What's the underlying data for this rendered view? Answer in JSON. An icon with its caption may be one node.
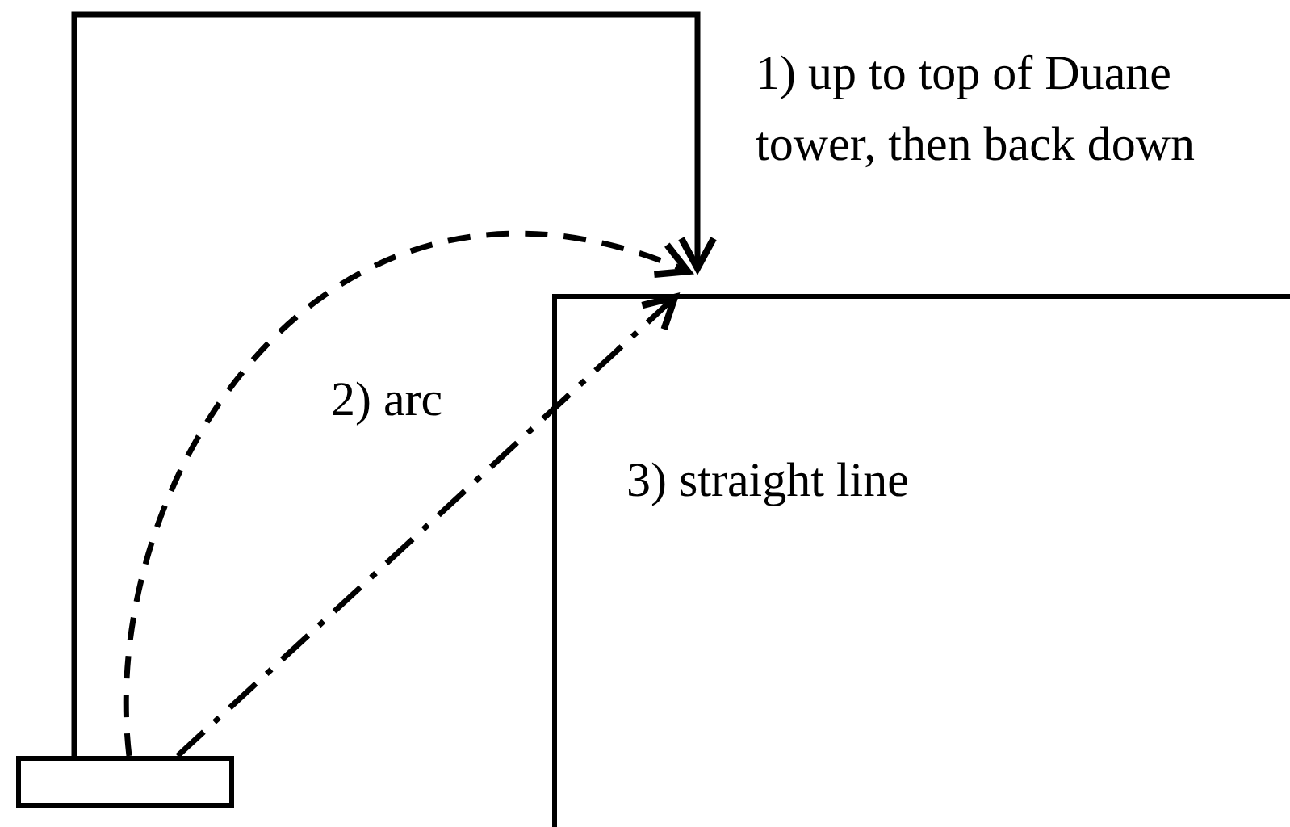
{
  "diagram": {
    "nodes": [
      {
        "text": [],
        "shape": "box"
      },
      {
        "text": [],
        "shape": "box"
      }
    ],
    "edges": [
      {
        "from": 0,
        "to": 1,
        "arrow": "to",
        "label": "1) up to top of Duane tower, then back down"
      },
      {
        "from": 0,
        "to": 1,
        "arrow": "to",
        "label": "2) arc",
        "style": "dashed"
      },
      {
        "from": 0,
        "to": 1,
        "arrow": "to",
        "label": "3) straight line",
        "style": "dashed"
      }
    ]
  }
}
